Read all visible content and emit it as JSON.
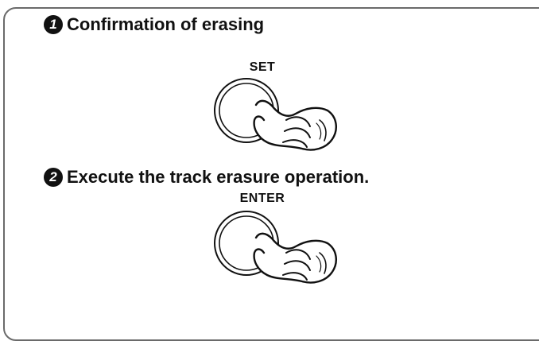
{
  "steps": [
    {
      "number": "1",
      "title": "Confirmation of erasing",
      "button_label": "SET"
    },
    {
      "number": "2",
      "title": "Execute the track erasure operation.",
      "button_label": "ENTER"
    }
  ],
  "icons": [
    "hand-pressing-button-icon"
  ]
}
